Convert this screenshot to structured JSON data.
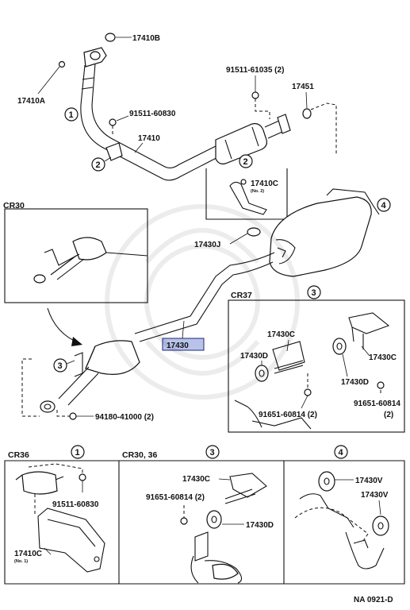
{
  "diagram": {
    "part_labels": {
      "p17410B": "17410B",
      "p17410A": "17410A",
      "p9151161035": "91511-61035 (2)",
      "p17451": "17451",
      "p9151160830_top": "91511-60830",
      "p17410": "17410",
      "p17410C_top": "17410C",
      "p17410C_top_no": "(No. 2)",
      "p17430J": "17430J",
      "p17430": "17430",
      "p9418041000": "94180-41000 (2)",
      "cr37_17430C_left": "17430C",
      "cr37_17430D_left": "17430D",
      "cr37_17430C_right": "17430C",
      "cr37_17430D_right": "17430D",
      "cr37_9165160814_left": "91651-60814 (2)",
      "cr37_9165160814_right": "91651-60814",
      "cr37_9165160814_right_qty": "(2)",
      "cr36_9151160830": "91511-60830",
      "cr36_17410C": "17410C",
      "cr36_17410C_no": "(No. 1)",
      "cr3036_17430C": "17430C",
      "cr3036_9165160814": "91651-60814 (2)",
      "cr3036_17430D": "17430D",
      "box4_17430V_a": "17430V",
      "box4_17430V_b": "17430V"
    },
    "section_labels": {
      "cr30": "CR30",
      "cr37": "CR37",
      "cr36": "CR36",
      "cr30_36": "CR30, 36"
    },
    "circle_refs": {
      "one": "1",
      "two": "2",
      "three": "3",
      "four": "4"
    },
    "footer_code": "NA  0921-D"
  }
}
